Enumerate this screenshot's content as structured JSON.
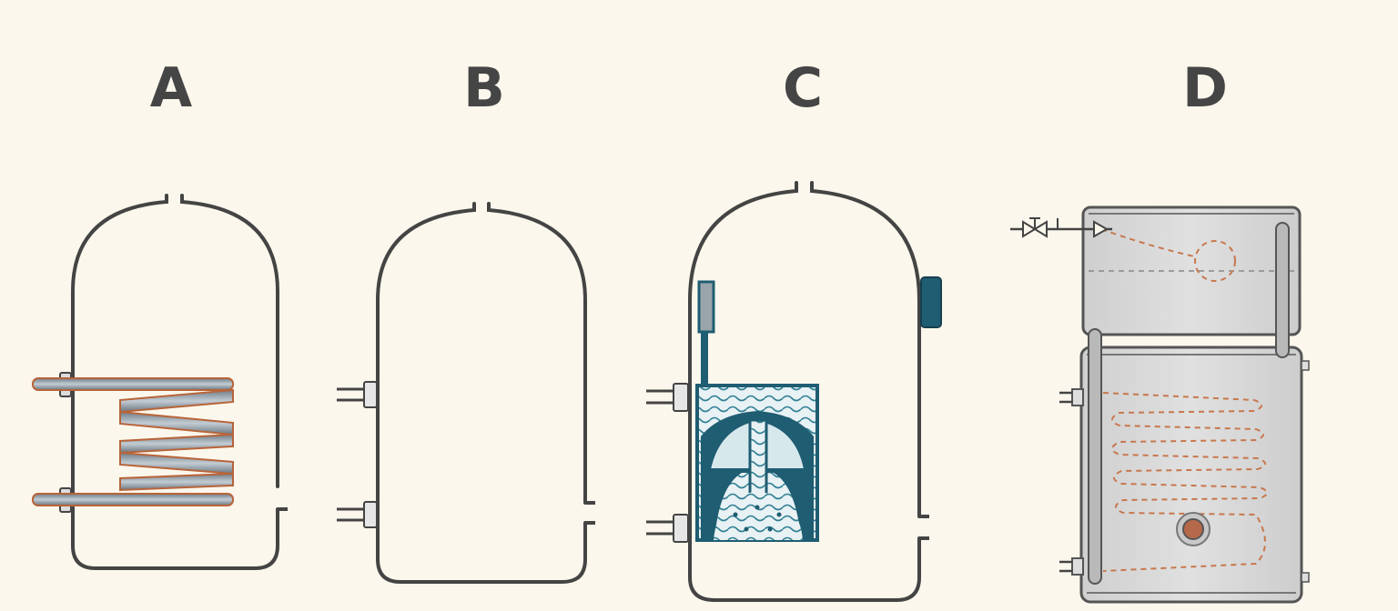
{
  "labels": {
    "a": "A",
    "b": "B",
    "c": "C",
    "d": "D"
  },
  "colors": {
    "background": "#fbf7ec",
    "outline": "#444444",
    "copper": "#b8643a",
    "coil_steel": "#8e9ba6",
    "teal": "#1f5d72",
    "tank_grey": "#d9d9d9",
    "dashed_copper": "#c8774d"
  }
}
